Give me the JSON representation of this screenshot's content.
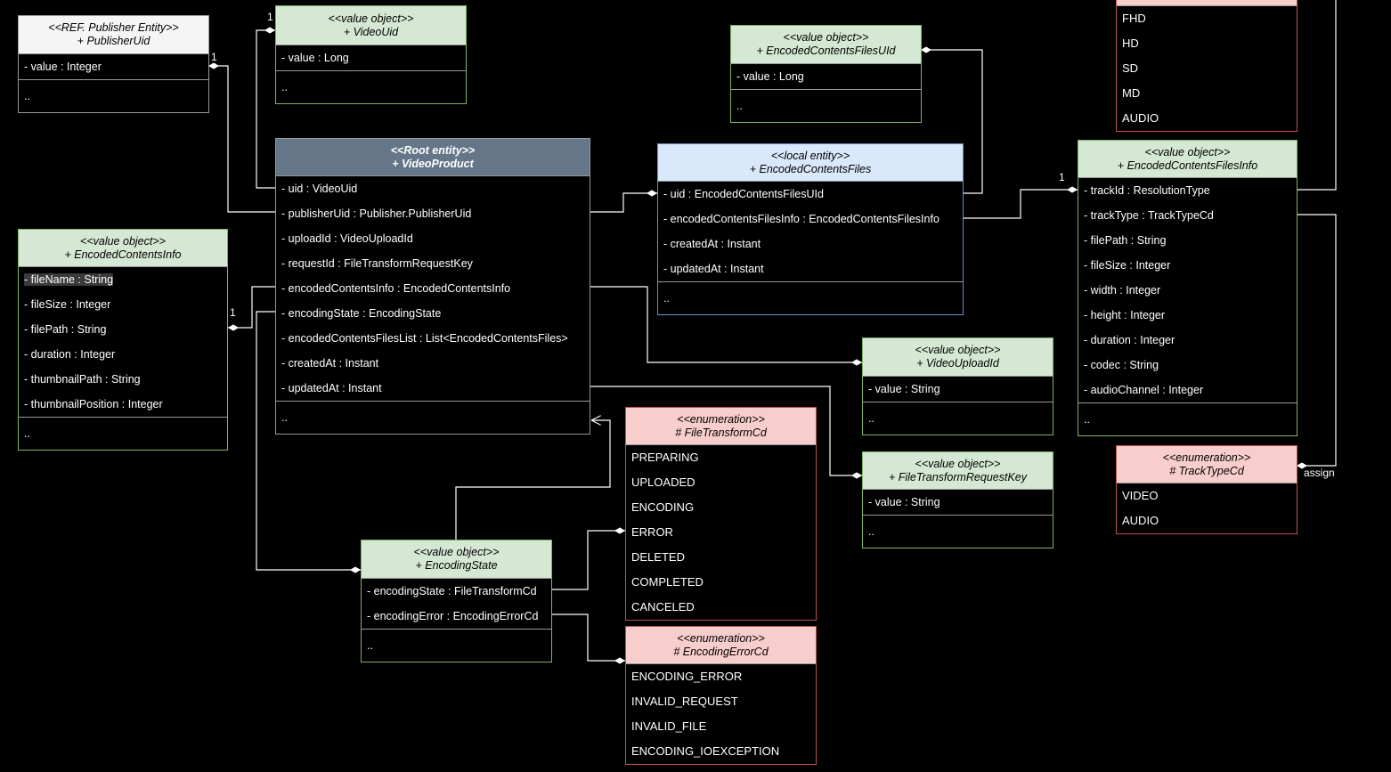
{
  "boxes": [
    {
      "id": "publisher-uid",
      "kind": "ref",
      "stereotype": "<<REF. Publisher Entity>>",
      "name": "+ PublisherUid",
      "attributes": [
        "- value : Integer"
      ],
      "footer": ".."
    },
    {
      "id": "video-uid",
      "kind": "vo",
      "stereotype": "<<value object>>",
      "name": "+ VideoUid",
      "attributes": [
        "- value : Long"
      ],
      "footer": ".."
    },
    {
      "id": "encoded-contents-files-uid",
      "kind": "vo",
      "stereotype": "<<value object>>",
      "name": "+ EncodedContentsFilesUId",
      "attributes": [
        "- value : Long"
      ],
      "footer": ".."
    },
    {
      "id": "video-product",
      "kind": "root",
      "stereotype": "<<Root entity>>",
      "name": "+ VideoProduct",
      "attributes": [
        "- uid : VideoUid",
        "- publisherUid : Publisher.PublisherUid",
        "- uploadId : VideoUploadId",
        "- requestId : FileTransformRequestKey",
        "- encodedContentsInfo : EncodedContentsInfo",
        "- encodingState : EncodingState",
        "- encodedContentsFilesList : List<EncodedContentsFiles>",
        "- createdAt : Instant",
        "- updatedAt : Instant"
      ],
      "footer": ".."
    },
    {
      "id": "encoded-contents-files",
      "kind": "loc",
      "stereotype": "<<local entity>>",
      "name": "+ EncodedContentsFiles",
      "attributes": [
        "- uid : EncodedContentsFilesUId",
        "- encodedContentsFilesInfo : EncodedContentsFilesInfo",
        "- createdAt : Instant",
        "- updatedAt : Instant"
      ],
      "footer": ".."
    },
    {
      "id": "encoded-contents-files-info",
      "kind": "vo",
      "stereotype": "<<value object>>",
      "name": "+ EncodedContentsFilesInfo",
      "attributes": [
        "- trackId : ResolutionType",
        "- trackType : TrackTypeCd",
        "- filePath : String",
        "- fileSize : Integer",
        "- width : Integer",
        "- height : Integer",
        "- duration : Integer",
        "- codec : String",
        "- audioChannel : Integer"
      ],
      "footer": ".."
    },
    {
      "id": "resolution-type",
      "kind": "en",
      "stereotype": "",
      "name": "",
      "attributes": [
        "FHD",
        "HD",
        "SD",
        "MD",
        "AUDIO"
      ],
      "footer": null
    },
    {
      "id": "encoded-contents-info",
      "kind": "vo",
      "stereotype": "<<value object>>",
      "name": "+ EncodedContentsInfo",
      "attributes": [
        "- fileName : String",
        "- fileSize : Integer",
        "- filePath : String",
        "- duration : Integer",
        "- thumbnailPath : String",
        "- thumbnailPosition : Integer"
      ],
      "footer": ".."
    },
    {
      "id": "video-upload-id",
      "kind": "vo",
      "stereotype": "<<value object>>",
      "name": "+ VideoUploadId",
      "attributes": [
        "- value : String"
      ],
      "footer": ".."
    },
    {
      "id": "file-transform-request-key",
      "kind": "vo",
      "stereotype": "<<value object>>",
      "name": "+ FileTransformRequestKey",
      "attributes": [
        "- value : String"
      ],
      "footer": ".."
    },
    {
      "id": "track-type-cd",
      "kind": "en",
      "stereotype": "<<enumeration>>",
      "name": "# TrackTypeCd",
      "attributes": [
        "VIDEO",
        "AUDIO"
      ],
      "footer": null
    },
    {
      "id": "file-transform-cd",
      "kind": "en",
      "stereotype": "<<enumeration>>",
      "name": "# FileTransformCd",
      "attributes": [
        "PREPARING",
        "UPLOADED",
        "ENCODING",
        "ERROR",
        "DELETED",
        "COMPLETED",
        "CANCELED"
      ],
      "footer": null
    },
    {
      "id": "encoding-state",
      "kind": "vo",
      "stereotype": "<<value object>>",
      "name": "+ EncodingState",
      "attributes": [
        "- encodingState : FileTransformCd",
        "- encodingError : EncodingErrorCd"
      ],
      "footer": ".."
    },
    {
      "id": "encoding-error-cd",
      "kind": "en",
      "stereotype": "<<enumeration>>",
      "name": "# EncodingErrorCd",
      "attributes": [
        "ENCODING_ERROR",
        "INVALID_REQUEST",
        "INVALID_FILE",
        "ENCODING_IOEXCEPTION"
      ],
      "footer": null
    }
  ],
  "labels": {
    "mult1": "1",
    "mult2": "1",
    "mult3": "1",
    "mult4": "1",
    "assign": "assign"
  },
  "colors": {
    "value_object": "#d5e8d4",
    "enumeration": "#f8cecc",
    "local_entity": "#dae8fc",
    "root_entity": "#647687",
    "reference": "#f5f5f5"
  }
}
